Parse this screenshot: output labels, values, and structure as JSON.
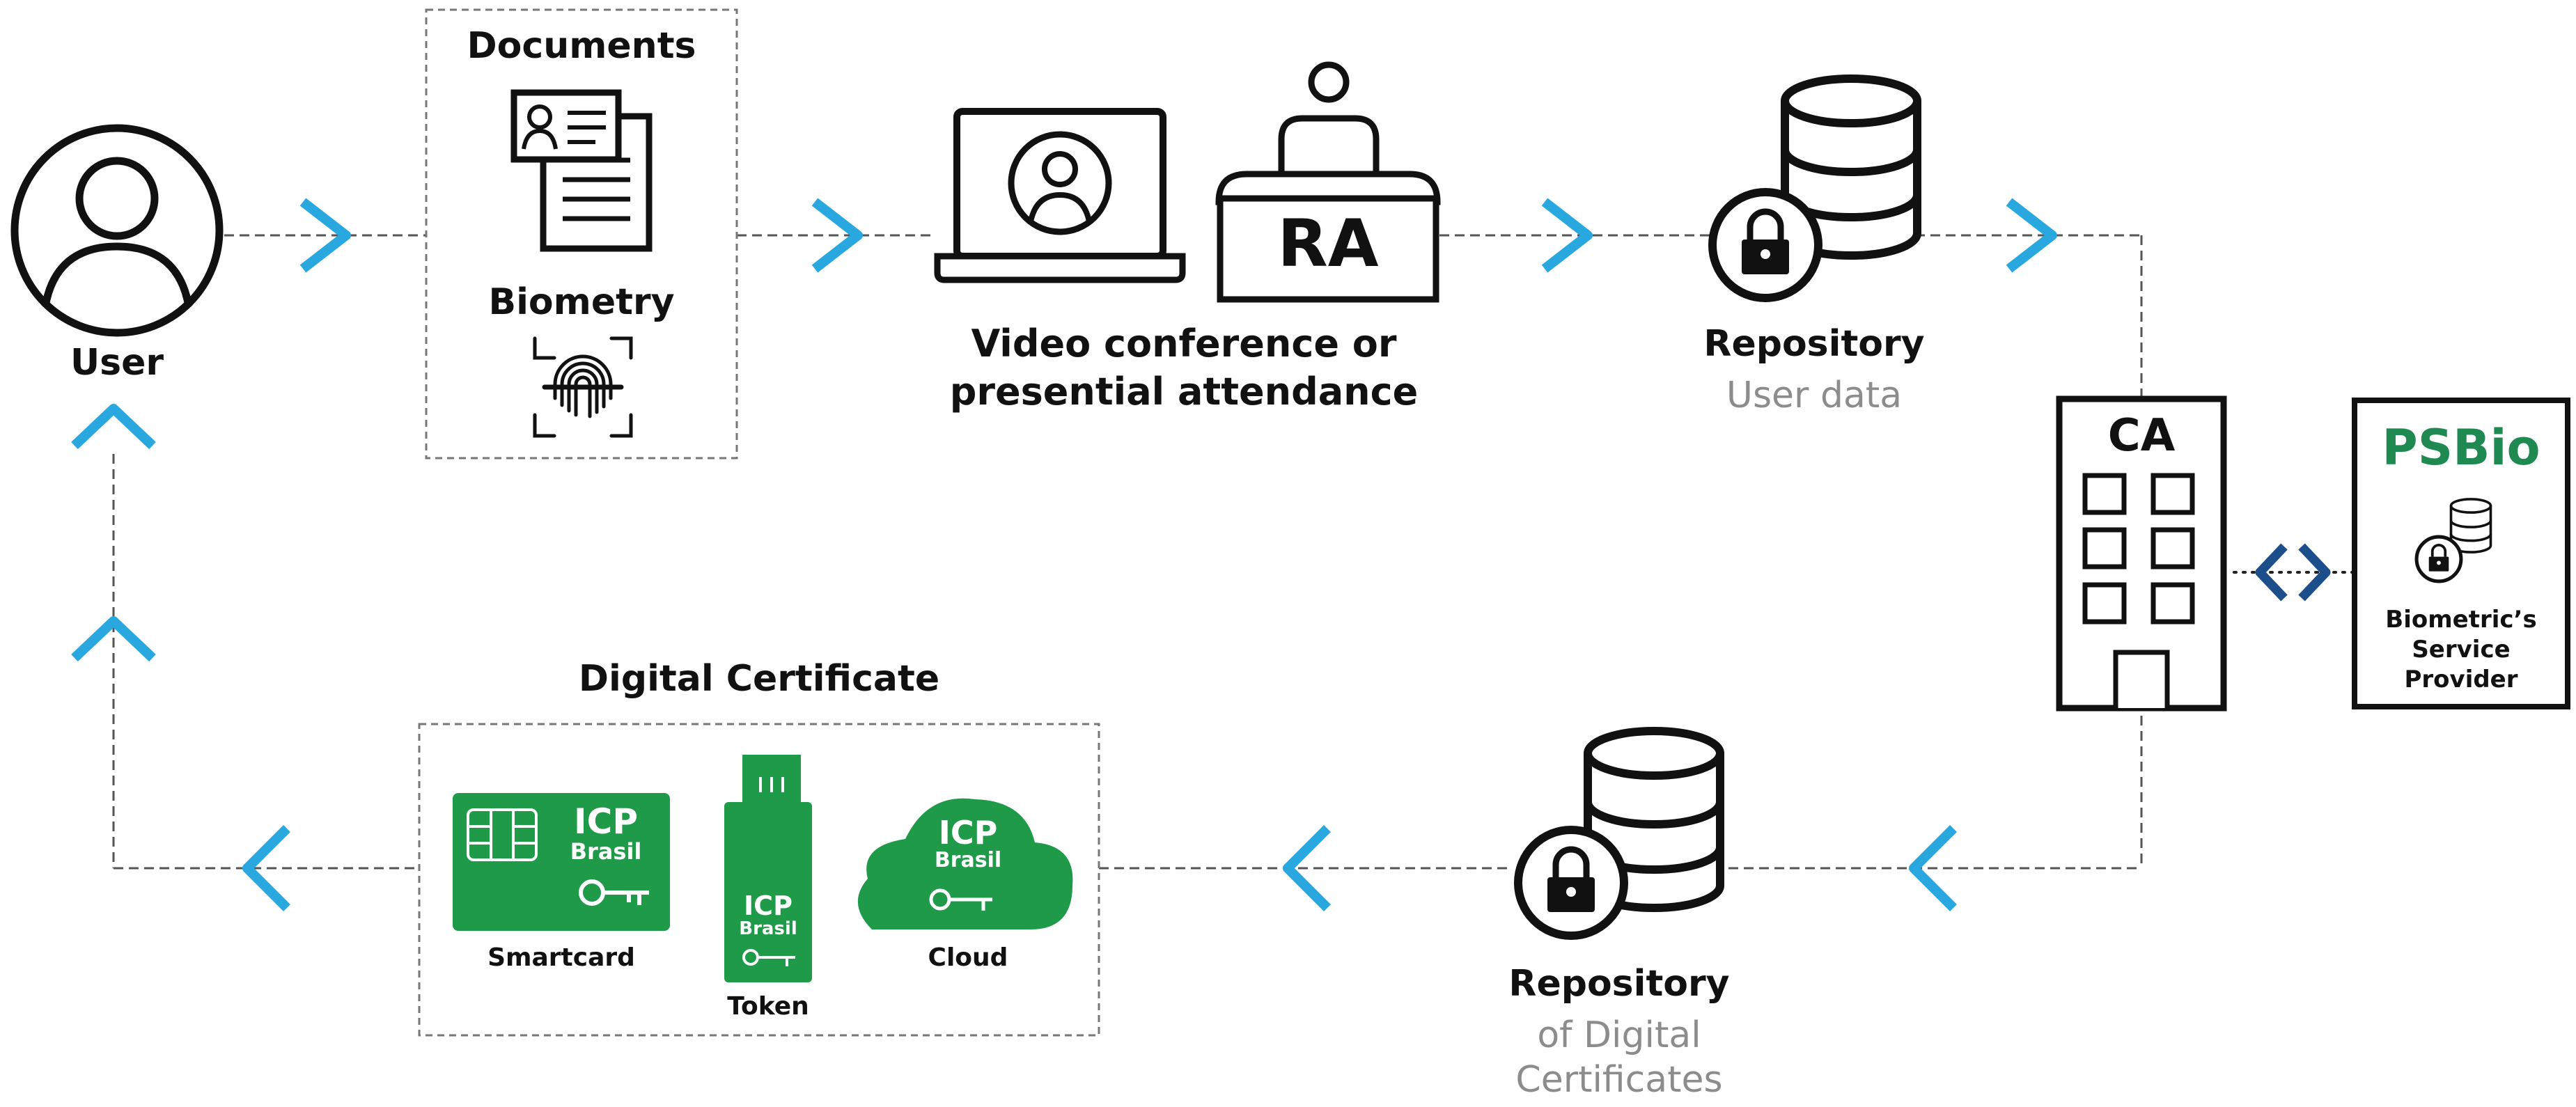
{
  "colors": {
    "accent_chevron": "#29a8e0",
    "psbio_chevron": "#1c4e8c",
    "icp_green": "#1e9a49",
    "psbio_text": "#1e8a52",
    "label_gray": "#8c8c8c",
    "line": "#555555",
    "ink": "#111111"
  },
  "nodes": {
    "user": {
      "label": "User",
      "icon": "user-icon"
    },
    "documents": {
      "label": "Documents",
      "icon": "document-id-icon"
    },
    "biometry": {
      "label": "Biometry",
      "icon": "fingerprint-icon"
    },
    "attendance": {
      "line1": "Video conference or",
      "line2": "presential attendance",
      "icons": [
        "laptop-video-icon",
        "registration-desk-icon"
      ],
      "ra_label": "RA"
    },
    "repository_user": {
      "title": "Repository",
      "subtitle": "User data",
      "icon": "database-lock-icon"
    },
    "ca": {
      "label": "CA",
      "icon": "building-icon"
    },
    "psbio": {
      "title": "PSBio",
      "line1": "Biometric’s",
      "line2": "Service",
      "line3": "Provider",
      "icon": "database-lock-icon"
    },
    "repository_certs": {
      "title": "Repository",
      "line1": "of Digital",
      "line2": "Certificates",
      "icon": "database-lock-icon"
    },
    "digital_certificate": {
      "title": "Digital Certificate",
      "brand_line1": "ICP",
      "brand_line2": "Brasil",
      "items": [
        {
          "label": "Smartcard",
          "icon": "smartcard-icon"
        },
        {
          "label": "Token",
          "icon": "usb-token-icon"
        },
        {
          "label": "Cloud",
          "icon": "cloud-icon"
        }
      ]
    }
  }
}
